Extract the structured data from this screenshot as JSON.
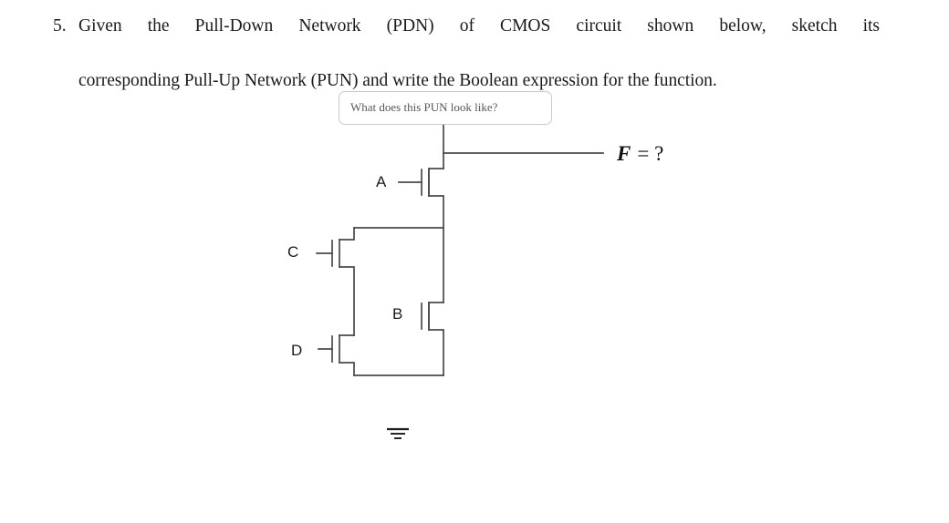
{
  "document": {
    "question": {
      "number": "5.",
      "line1": "Given the Pull-Down Network (PDN) of CMOS circuit shown below, sketch its",
      "line2": "corresponding Pull-Up Network (PUN) and write the Boolean expression for the function."
    }
  },
  "callout": {
    "text": "What does this PUN look like?",
    "border_color": "#c9c9cc",
    "text_color": "#2f3038"
  },
  "circuit": {
    "line_color": "#4a4a4a",
    "labels": {
      "a": "A",
      "b": "B",
      "c": "C",
      "d": "D"
    },
    "output": {
      "var": "F",
      "equals": "= ?"
    },
    "ground": {
      "name": "ground-symbol"
    }
  }
}
